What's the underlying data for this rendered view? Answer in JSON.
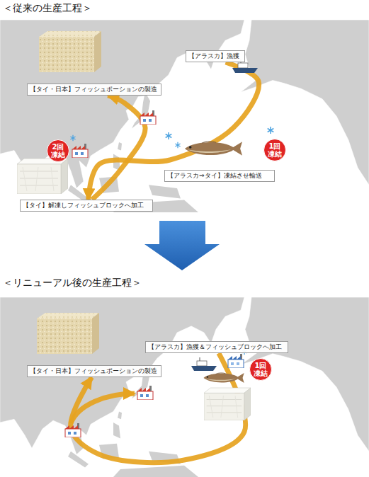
{
  "diagram": {
    "nodes": [
      {
        "text": [
          "【タイ・日本】フィッシュポーションの製造"
        ]
      },
      {
        "text": [
          "【アラスカ】漁獲"
        ]
      },
      {
        "text": [
          "2回凍結"
        ]
      },
      {
        "text": [
          "1回凍結"
        ]
      },
      {
        "text": [
          "【タイ】解凍しフィッシュブロックへ加工"
        ]
      },
      {
        "text": [
          "【タイ・日本】フィッシュポーションの製造"
        ]
      },
      {
        "text": [
          "【アラスカ】漁獲＆フィッシュブロックへ加工"
        ]
      },
      {
        "text": [
          "1回凍結"
        ]
      }
    ],
    "edges": [
      {
        "from": 1,
        "to": 4,
        "label": "【アラスカ⇒タイ】凍結させ輸送",
        "arrow": "to"
      },
      {
        "from": 4,
        "to": 0,
        "arrow": "to"
      },
      {
        "from": 6,
        "to": 5,
        "arrow": "to"
      }
    ],
    "labels": [
      "＜従来の生産工程＞",
      "＜リニューアル後の生産工程＞"
    ]
  }
}
